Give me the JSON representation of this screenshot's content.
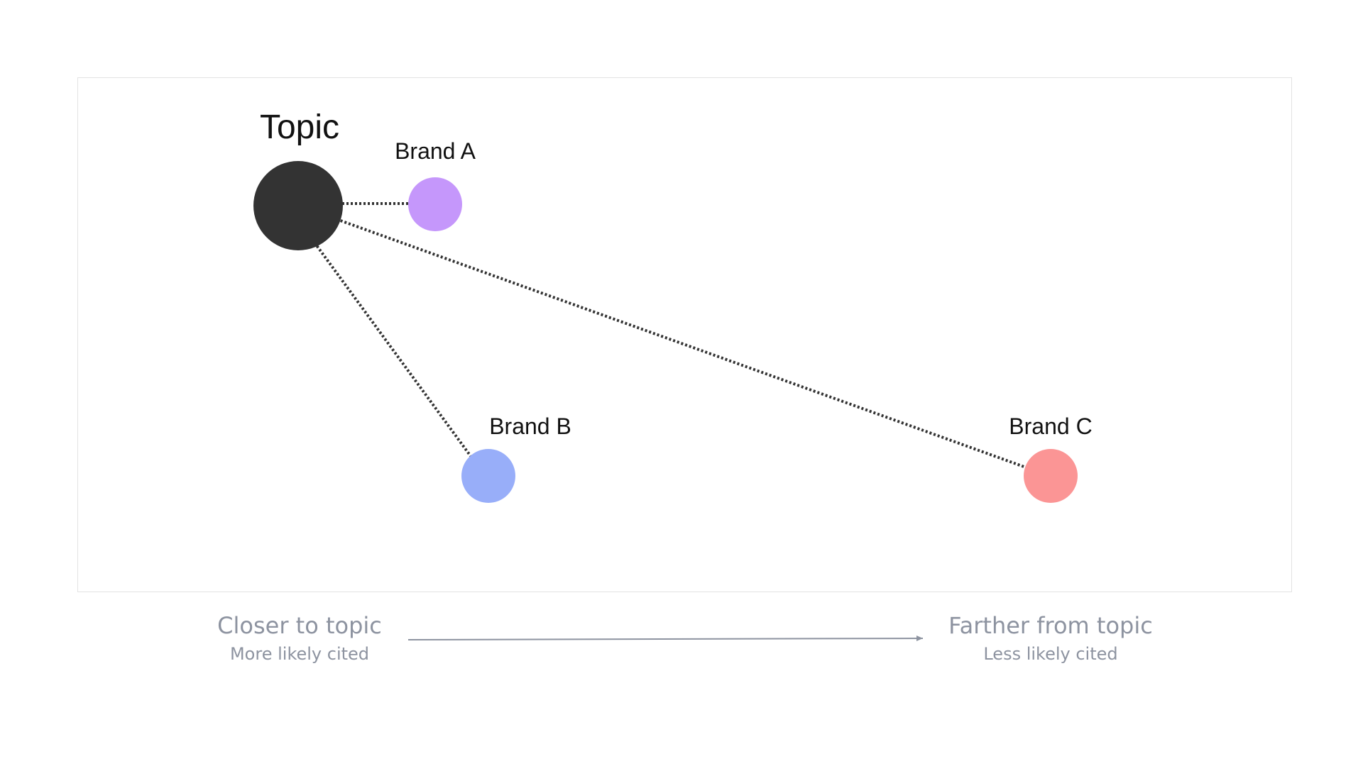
{
  "diagram": {
    "center_node": {
      "label": "Topic",
      "color": "#333333"
    },
    "brands": [
      {
        "id": "brand-a",
        "label": "Brand A",
        "color": "#c597fb"
      },
      {
        "id": "brand-b",
        "label": "Brand B",
        "color": "#98aef9"
      },
      {
        "id": "brand-c",
        "label": "Brand C",
        "color": "#fb9595"
      }
    ],
    "connector_style": "dotted",
    "connector_color": "#333333"
  },
  "axis": {
    "left": {
      "title": "Closer to topic",
      "subtitle": "More likely cited"
    },
    "right": {
      "title": "Farther from topic",
      "subtitle": "Less likely cited"
    },
    "arrow_color": "#8d93a0",
    "text_color": "#8d93a0"
  }
}
